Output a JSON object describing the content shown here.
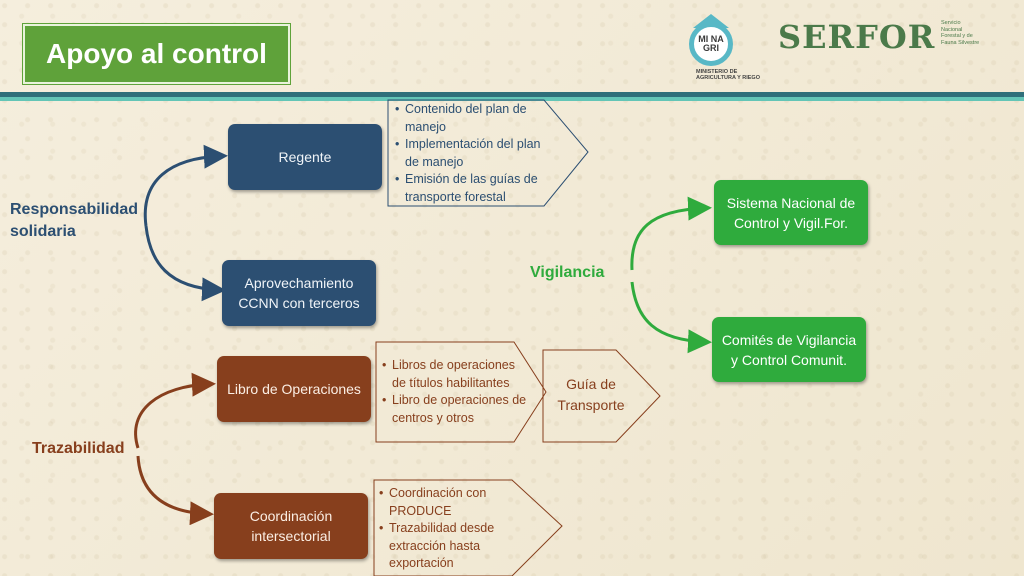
{
  "slide": {
    "title": "Apoyo al control"
  },
  "logos": {
    "minagri": {
      "mark": "MI NA GRI",
      "subtitle": "MINISTERIO DE AGRICULTURA Y RIEGO"
    },
    "serfor": {
      "name": "SERFOR",
      "subtitle": "Servicio Nacional Forestal y de Fauna Silvestre"
    }
  },
  "responsabilidad": {
    "label": "Responsabilidad solidaria",
    "regente": "Regente",
    "aprovechamiento": "Aprovechamiento CCNN con terceros",
    "callout": [
      "Contenido del plan de manejo",
      "Implementación del plan de manejo",
      "Emisión de las guías de transporte forestal"
    ]
  },
  "trazabilidad": {
    "label": "Trazabilidad",
    "libro": "Libro de Operaciones",
    "coordinacion": "Coordinación intersectorial",
    "callout_libro": [
      "Libros de operaciones de títulos habilitantes",
      "Libro de operaciones de centros y otros"
    ],
    "guia": "Guía de Transporte",
    "callout_coord": [
      "Coordinación con PRODUCE",
      "Trazabilidad desde extracción hasta exportación"
    ]
  },
  "vigilancia": {
    "label": "Vigilancia",
    "sistema": "Sistema Nacional de Control y Vigil.For.",
    "comites": "Comités de Vigilancia y Control Comunit."
  },
  "colors": {
    "blue": "#2c4f72",
    "brown": "#873f1d",
    "green": "#2fab3d",
    "title_green": "#5fa23a"
  }
}
